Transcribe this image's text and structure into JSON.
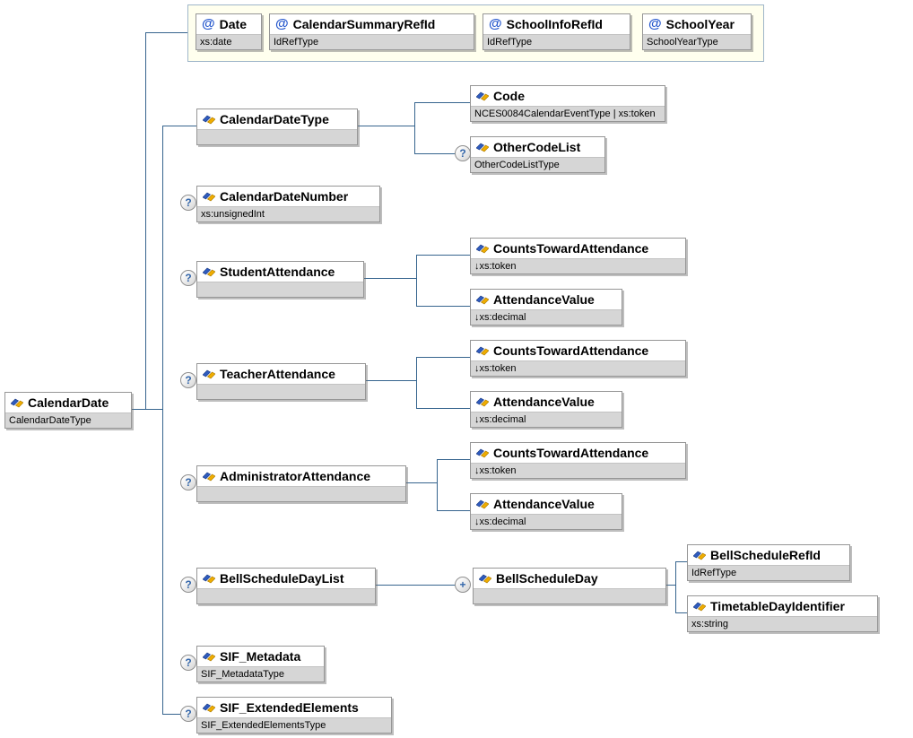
{
  "symbols": {
    "attribute": "@",
    "optional": "?",
    "repeatable": "+"
  },
  "attributes": [
    {
      "label": "Date",
      "type": "xs:date"
    },
    {
      "label": "CalendarSummaryRefId",
      "type": "IdRefType"
    },
    {
      "label": "SchoolInfoRefId",
      "type": "IdRefType"
    },
    {
      "label": "SchoolYear",
      "type": "SchoolYearType"
    }
  ],
  "nodes": {
    "calendar_date": {
      "label": "CalendarDate",
      "type": "CalendarDateType"
    },
    "calendar_date_type": {
      "label": "CalendarDateType",
      "type": ""
    },
    "code": {
      "label": "Code",
      "type": "NCES0084CalendarEventType | xs:token"
    },
    "other_code_list": {
      "label": "OtherCodeList",
      "type": "OtherCodeListType"
    },
    "calendar_date_number": {
      "label": "CalendarDateNumber",
      "type": "xs:unsignedInt"
    },
    "student_attendance": {
      "label": "StudentAttendance",
      "type": ""
    },
    "student_counts": {
      "label": "CountsTowardAttendance",
      "type": "↓xs:token"
    },
    "student_value": {
      "label": "AttendanceValue",
      "type": "↓xs:decimal"
    },
    "teacher_attendance": {
      "label": "TeacherAttendance",
      "type": ""
    },
    "teacher_counts": {
      "label": "CountsTowardAttendance",
      "type": "↓xs:token"
    },
    "teacher_value": {
      "label": "AttendanceValue",
      "type": "↓xs:decimal"
    },
    "administrator_attendance": {
      "label": "AdministratorAttendance",
      "type": ""
    },
    "administrator_counts": {
      "label": "CountsTowardAttendance",
      "type": "↓xs:token"
    },
    "administrator_value": {
      "label": "AttendanceValue",
      "type": "↓xs:decimal"
    },
    "bell_schedule_day_list": {
      "label": "BellScheduleDayList",
      "type": ""
    },
    "bell_schedule_day": {
      "label": "BellScheduleDay",
      "type": ""
    },
    "bell_schedule_ref_id": {
      "label": "BellScheduleRefId",
      "type": "IdRefType"
    },
    "timetable_day_identifier": {
      "label": "TimetableDayIdentifier",
      "type": "xs:string"
    },
    "sif_metadata": {
      "label": "SIF_Metadata",
      "type": "SIF_MetadataType"
    },
    "sif_extended_elements": {
      "label": "SIF_ExtendedElements",
      "type": "SIF_ExtendedElementsType"
    }
  }
}
